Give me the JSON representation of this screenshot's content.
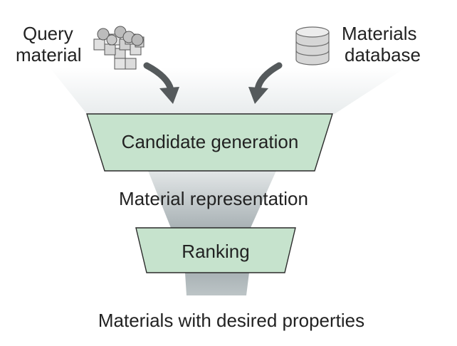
{
  "inputs": {
    "query_label_line1": "Query",
    "query_label_line2": "material",
    "query_icon": "crystal-lattice-icon",
    "database_label_line1": "Materials",
    "database_label_line2": "database",
    "database_icon": "database-icon"
  },
  "stages": {
    "candidate_generation": "Candidate generation",
    "representation": "Material representation",
    "ranking": "Ranking",
    "output": "Materials with desired properties"
  },
  "colors": {
    "stage_fill": "#c6e3cd",
    "stage_stroke": "#2b2b2b",
    "funnel_gray": "#9da7ab",
    "arrow": "#555a5c",
    "atom": "#b9b9b9",
    "text": "#222222"
  }
}
